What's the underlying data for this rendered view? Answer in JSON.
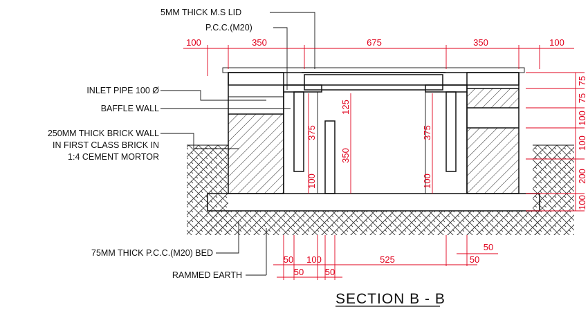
{
  "title": "SECTION  B - B",
  "labels": {
    "lid": "5MM THICK M.S LID",
    "pcc": "P.C.C.(M20)",
    "inlet": "INLET PIPE 100 Ø",
    "baffle": "BAFFLE WALL",
    "brick1": "250MM THICK BRICK WALL",
    "brick2": "IN FIRST CLASS BRICK IN",
    "brick3": "1:4 CEMENT MORTOR",
    "bed": "75MM THICK P.C.C.(M20) BED",
    "earth": "RAMMED EARTH"
  },
  "dims": {
    "top": [
      "100",
      "350",
      "675",
      "350",
      "100"
    ],
    "right": [
      "75",
      "75",
      "100",
      "100",
      "200",
      "100"
    ],
    "inner": [
      "125",
      "375",
      "350",
      "100",
      "375",
      "100"
    ],
    "bottom": [
      "50",
      "100",
      "525",
      "50",
      "50",
      "50",
      "50"
    ]
  },
  "colors": {
    "dimension": "#e0001b",
    "line": "#111111"
  }
}
